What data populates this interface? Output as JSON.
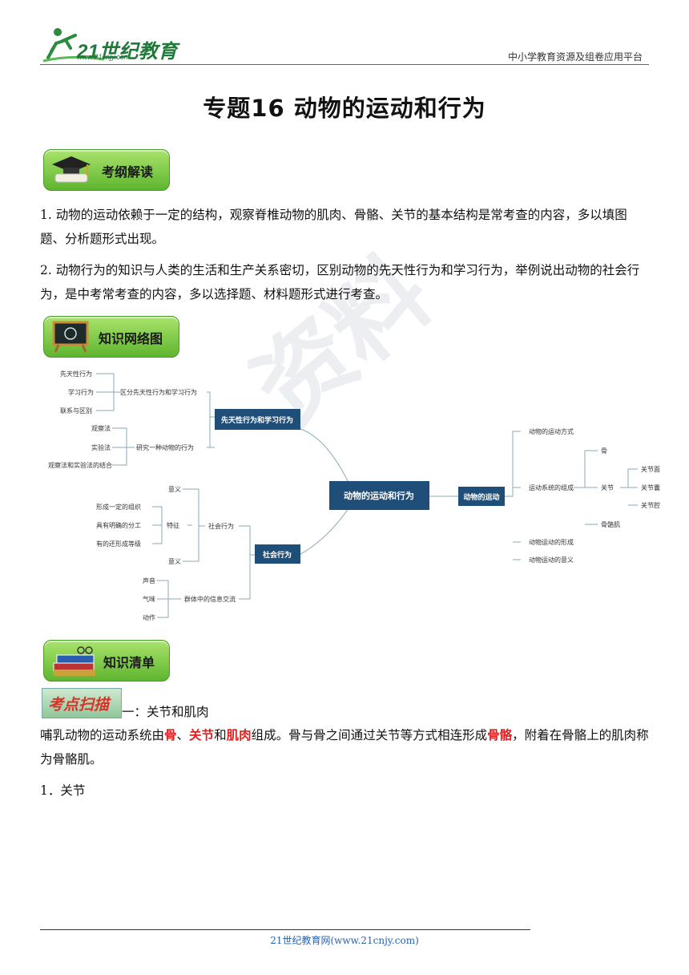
{
  "header": {
    "logo_text": "21世纪教育",
    "logo_url": "www.21cnjy.com",
    "right_text": "中小学教育资源及组卷应用平台"
  },
  "title": "专题16  动物的运动和行为",
  "sections": {
    "kaogang": {
      "label": "考纲解读"
    },
    "network": {
      "label": "知识网络图"
    },
    "qingdan": {
      "label": "知识清单"
    }
  },
  "kaogang_paras": [
    "1. 动物的运动依赖于一定的结构，观察脊椎动物的肌肉、骨骼、关节的基本结构是常考查的内容，多以填图题、分析题形式出现。",
    "2. 动物行为的知识与人类的生活和生产关系密切，区别动物的先天性行为和学习行为，举例说出动物的社会行为，是中考常考查的内容，多以选择题、材料题形式进行考查。"
  ],
  "mindmap": {
    "center": "动物的运动和行为",
    "box_innate": "先天性行为和学习行为",
    "box_social": "社会行为",
    "box_motion": "动物的运动",
    "n_innate": "先天性行为",
    "n_learned": "学习行为",
    "n_relation": "联系与区别",
    "n_distinguish": "区分先天性行为和学习行为",
    "n_observe": "观察法",
    "n_experiment": "实验法",
    "n_combine": "观察法和实验法的结合",
    "n_research": "研究一种动物的行为",
    "n_meaning1": "意义",
    "n_org": "形成一定的组织",
    "n_division": "具有明确的分工",
    "n_rank": "有的还形成等级",
    "n_feature": "特征",
    "n_social_sub": "社会行为",
    "n_meaning2": "意义",
    "n_sound": "声音",
    "n_smell": "气味",
    "n_action": "动作",
    "n_info": "群体中的信息交流",
    "n_motion_mode": "动物的运动方式",
    "n_system": "运动系统的组成",
    "n_bone": "骨",
    "n_joint": "关节",
    "n_muscle": "骨骼肌",
    "n_joint_face": "关节面",
    "n_joint_capsule": "关节囊",
    "n_joint_cavity": "关节腔",
    "n_formation": "动物运动的形成",
    "n_meaning3": "动物运动的意义"
  },
  "kaodian": {
    "badge": "考点扫描",
    "after": "一：关节和肌肉"
  },
  "body": {
    "p1_a": "哺乳动物的运动系统由",
    "p1_bone": "骨",
    "p1_sep": "、",
    "p1_joint": "关节",
    "p1_and": "和",
    "p1_muscle": "肌肉",
    "p1_b": "组成。骨与骨之间通过关节等方式相连形成",
    "p1_skeleton": "骨骼",
    "p1_c": "，附着在骨骼上的肌肉称为骨骼肌。",
    "item1": "1．关节"
  },
  "footer": "21世纪教育网(www.21cnjy.com)"
}
